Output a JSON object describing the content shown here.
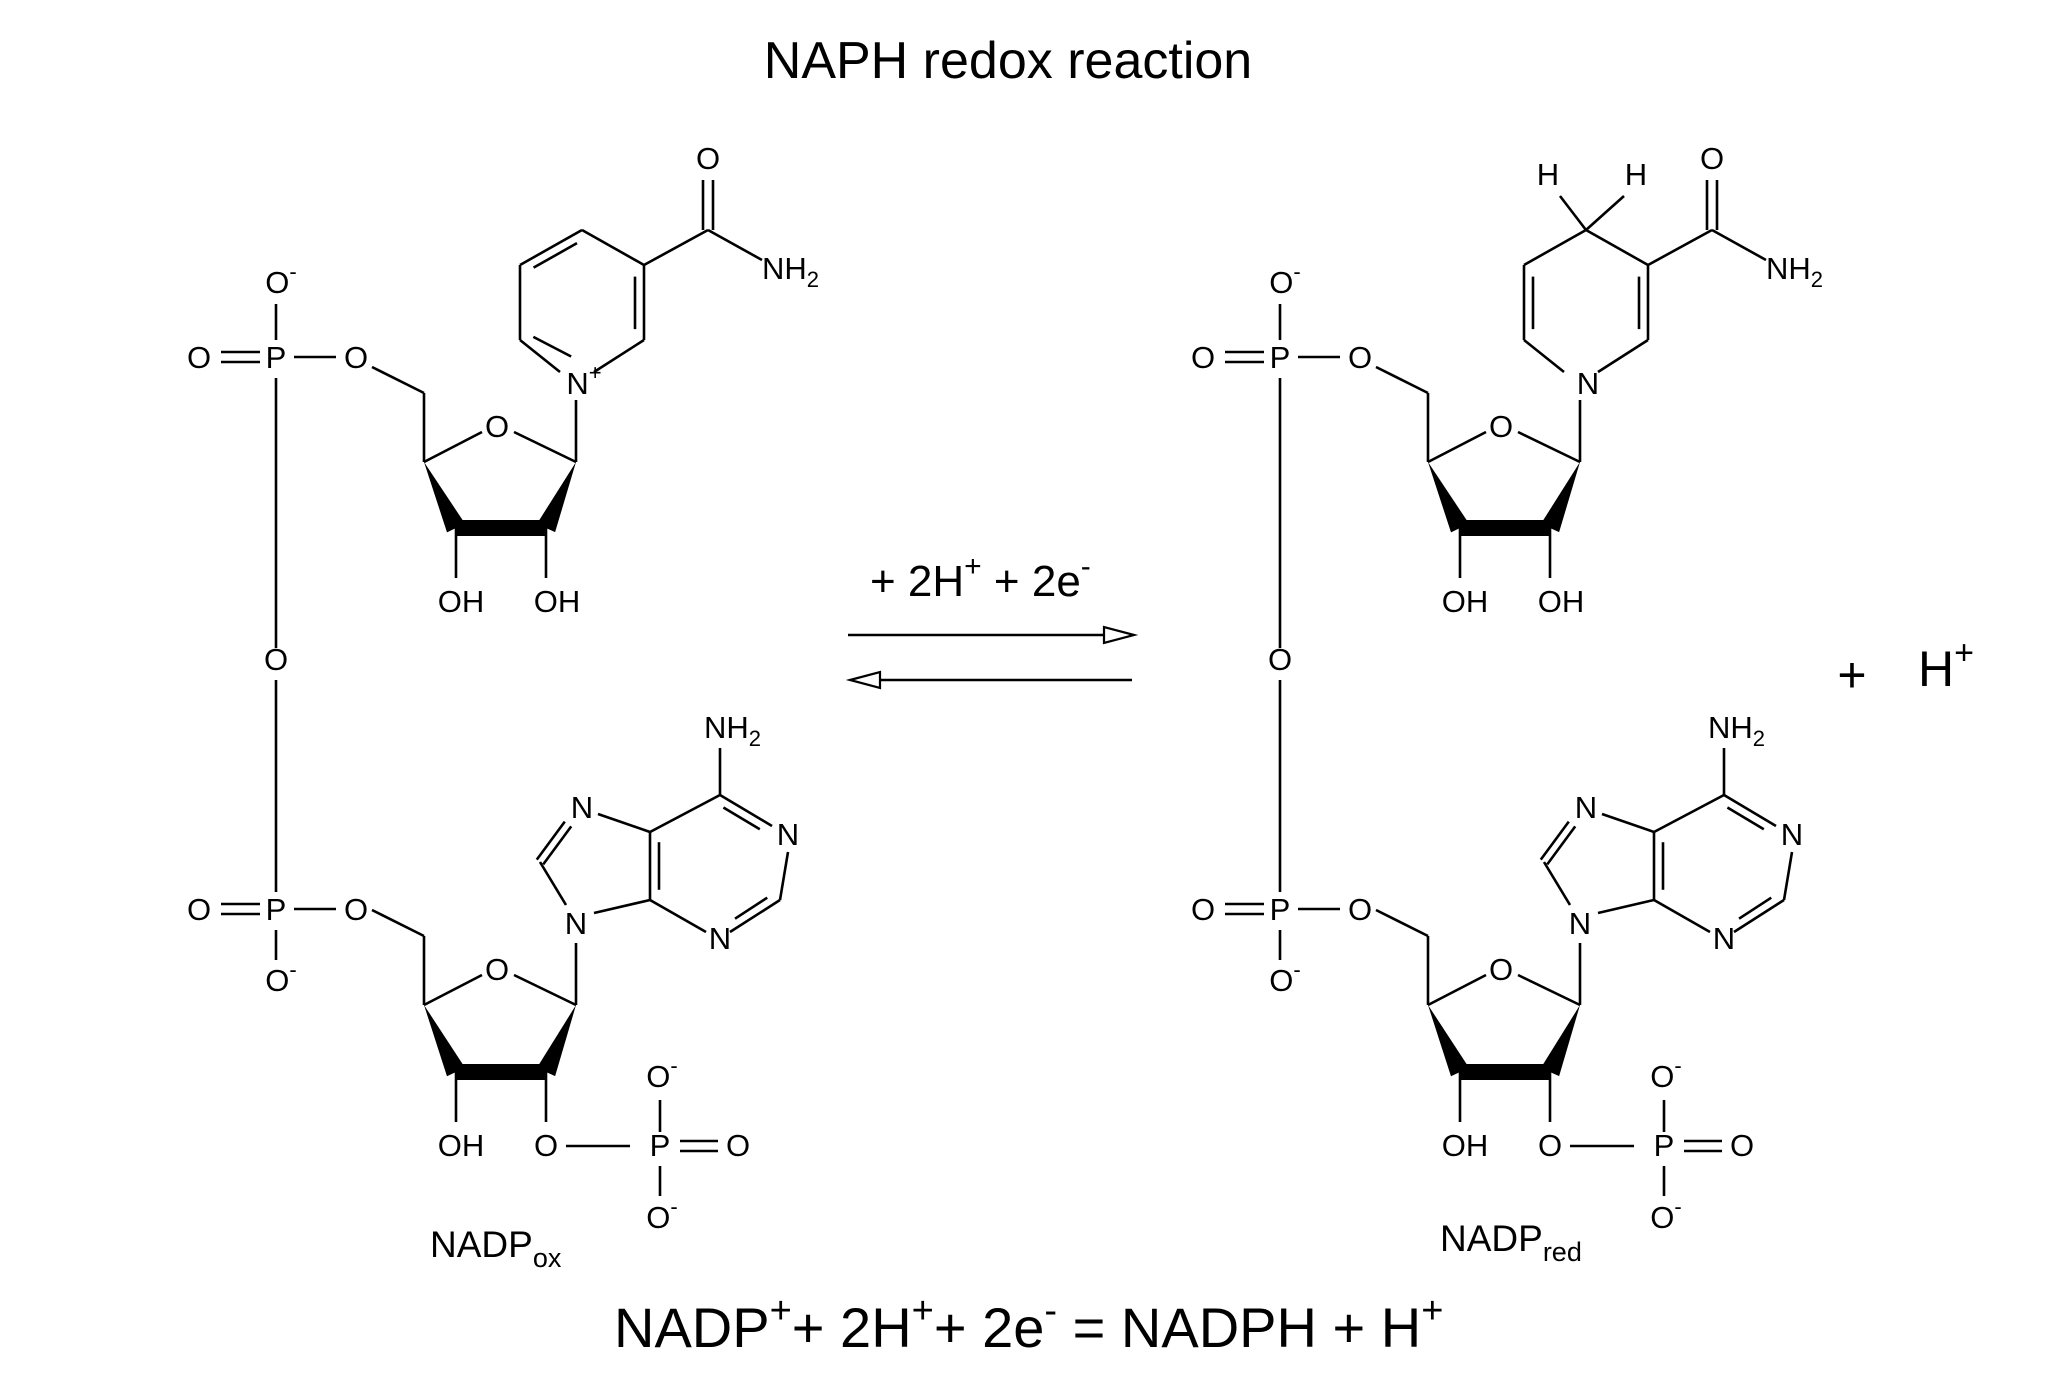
{
  "title": "NAPH redox reaction",
  "conditions": {
    "main": "+ 2H",
    "sup1": "+",
    "mid": " + 2e",
    "sup2": "-"
  },
  "side_product": {
    "plus": "+",
    "species": "H",
    "charge": "+"
  },
  "molecules": {
    "oxidized": {
      "name_base": "NADP",
      "name_sub": "ox"
    },
    "reduced": {
      "name_base": "NADP",
      "name_sub": "red"
    }
  },
  "atoms": {
    "O": "O",
    "P": "P",
    "N": "N",
    "H": "H",
    "OH": "OH",
    "NH": "NH",
    "sub2": "2",
    "minus": "-",
    "plus": "+"
  },
  "equation": {
    "t1": "NADP",
    "s1": "+",
    "t2": "+ 2H",
    "s2": "+",
    "t3": "+ 2e",
    "s3": "-",
    "t4": " = NADPH + H",
    "s4": "+"
  },
  "colors": {
    "ink": "#000000",
    "background": "#ffffff"
  }
}
